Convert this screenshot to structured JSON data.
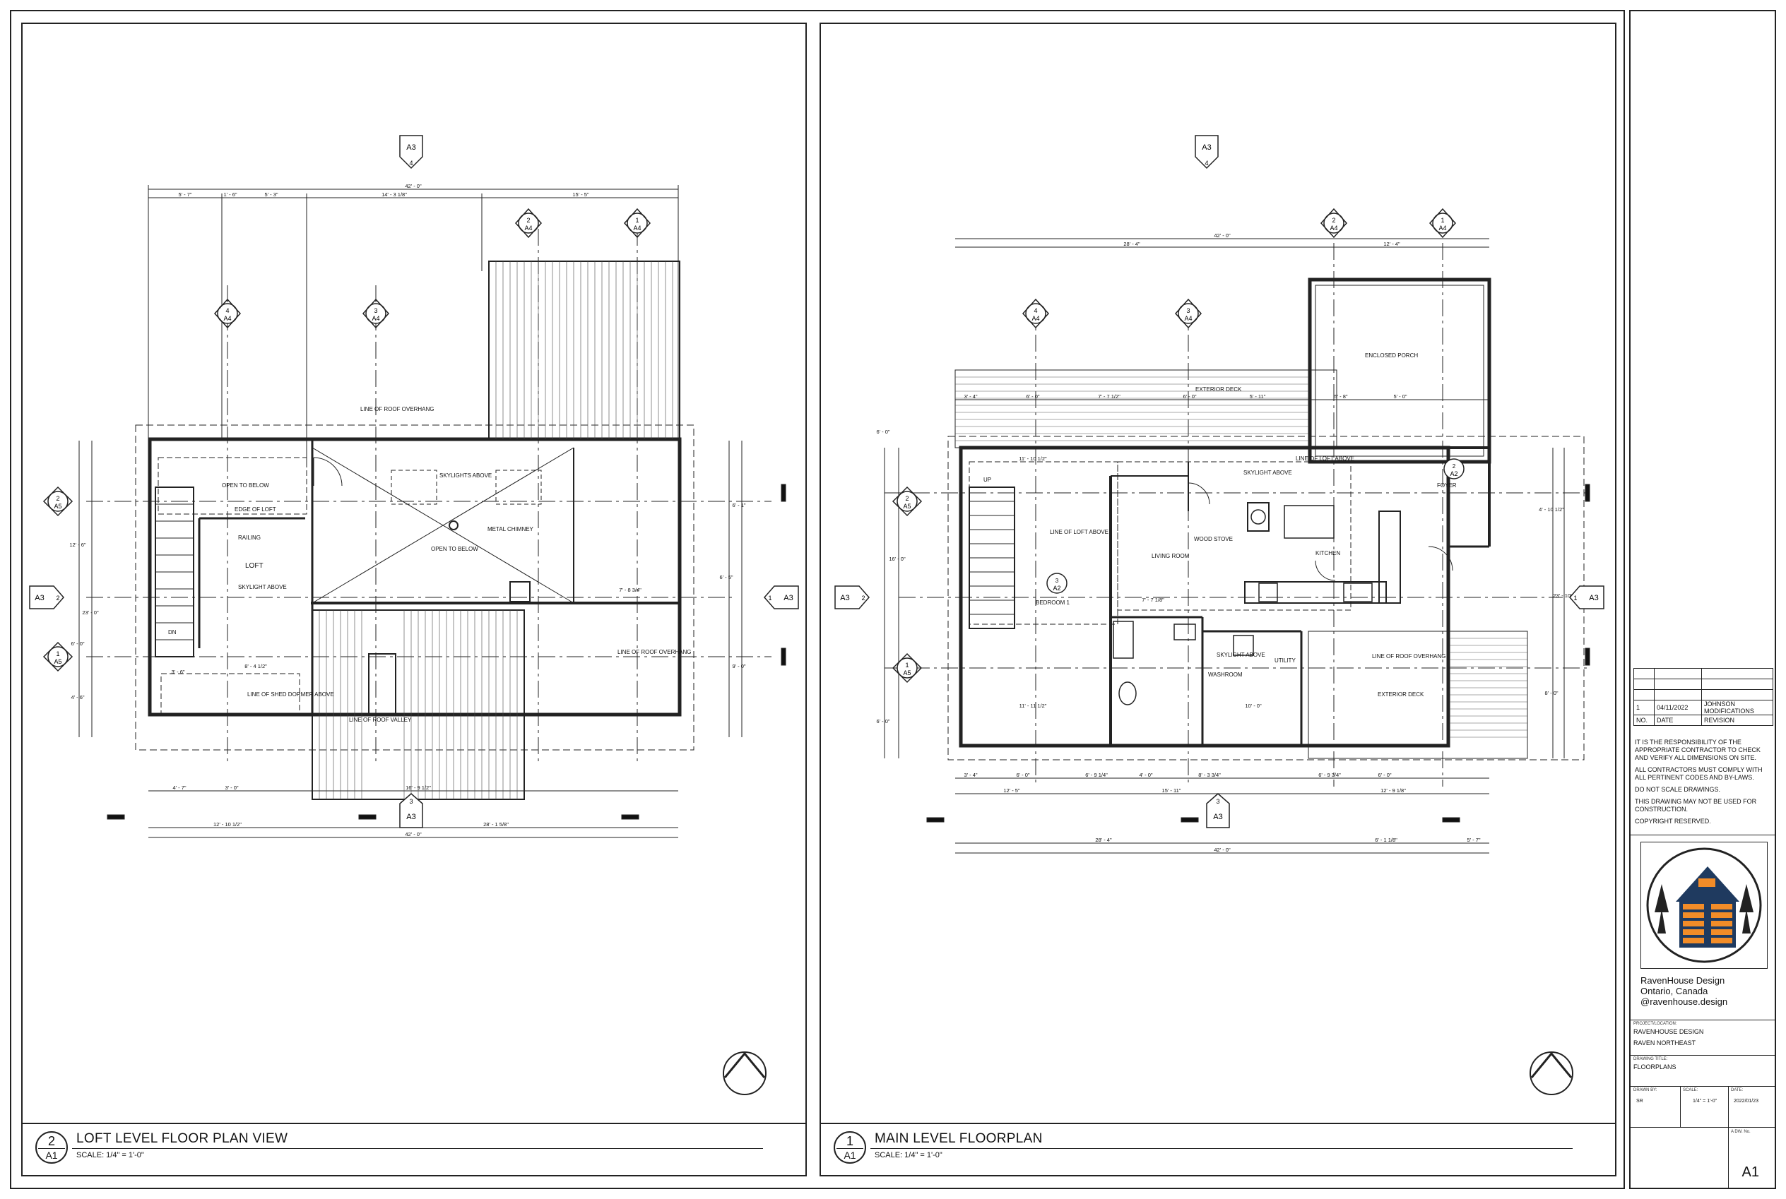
{
  "left_panel": {
    "view_number": "2",
    "sheet_ref": "A1",
    "title": "LOFT LEVEL FLOOR PLAN VIEW",
    "scale": "SCALE:  1/4\" = 1'-0\"",
    "labels": {
      "open_to_below_1": "OPEN TO BELOW",
      "edge_of_loft": "EDGE OF LOFT",
      "railing": "RAILING",
      "loft": "LOFT",
      "skylight_above": "SKYLIGHT ABOVE",
      "skylights_above": "SKYLIGHTS ABOVE",
      "metal_chimney": "METAL CHIMNEY",
      "open_to_below_2": "OPEN TO BELOW",
      "line_of_roof_overhang_top": "LINE OF ROOF OVERHANG",
      "line_of_roof_overhang_right": "LINE OF ROOF OVERHANG",
      "line_of_shed_dormer": "LINE OF SHED DORMER ABOVE",
      "line_of_roof_valley": "LINE OF ROOF VALLEY",
      "dn": "DN"
    },
    "dims": {
      "overall_top": "42' - 0\"",
      "top_1": "5' - 7\"",
      "top_2": "1' - 6\"",
      "top_3": "5' - 3\"",
      "top_4": "14' - 3 1/8\"",
      "top_5": "15' - 5\"",
      "bottom_1": "4' - 7\"",
      "bottom_2": "3' - 0\"",
      "bottom_3": "16' - 9 1/2\"",
      "bottom_4": "12' - 10 1/2\"",
      "bottom_5": "28' - 1 5/8\"",
      "overall_bottom": "42' - 0\"",
      "interior_1": "7' - 8 3/4\"",
      "interior_2": "8' - 4 1/2\"",
      "interior_3": "3' - 6\"",
      "left_1": "12' - 6\"",
      "left_2": "23' - 0\"",
      "left_3": "6' - 0\"",
      "left_4": "4' - 6\"",
      "right_1": "6' - 1\"",
      "right_2": "6' - 5\"",
      "right_3": "9' - 0\""
    },
    "callouts": [
      {
        "top": "A3",
        "bottom": "4"
      },
      {
        "top": "2",
        "bottom": "A4"
      },
      {
        "top": "1",
        "bottom": "A4"
      },
      {
        "top": "4",
        "bottom": "A4"
      },
      {
        "top": "3",
        "bottom": "A4"
      },
      {
        "top": "2",
        "bottom": "A5"
      },
      {
        "top": "1",
        "bottom": "A5"
      },
      {
        "top": "3",
        "bottom": "A3"
      }
    ],
    "section_left": "A3",
    "section_left_num": "2",
    "section_right": "A3",
    "section_right_num": "1"
  },
  "right_panel": {
    "view_number": "1",
    "sheet_ref": "A1",
    "title": "MAIN LEVEL FLOORPLAN",
    "scale": "SCALE:  1/4\" = 1'-0\"",
    "labels": {
      "enclosed_porch": "ENCLOSED PORCH",
      "exterior_deck_top": "EXTERIOR DECK",
      "line_of_loft_above_1": "LINE OF LOFT ABOVE",
      "line_of_loft_above_2": "LINE OF LOFT ABOVE",
      "skylight_above": "SKYLIGHT ABOVE",
      "foyer": "FOYER",
      "kitchen": "KITCHEN",
      "wood_stove": "WOOD STOVE",
      "living_room": "LIVING ROOM",
      "bedroom": "BEDROOM 1",
      "utility": "UTILITY",
      "washroom": "WASHROOM",
      "skylight_above_2": "SKYLIGHT ABOVE",
      "line_of_roof_overhang": "LINE OF ROOF OVERHANG",
      "exterior_deck_bottom": "EXTERIOR DECK",
      "up": "UP"
    },
    "dims": {
      "overall_top": "42' - 0\"",
      "top_1": "28' - 4\"",
      "top_2": "12' - 4\"",
      "row2_1": "3' - 4\"",
      "row2_2": "6' - 0\"",
      "row2_3": "7' - 7 1/2\"",
      "row2_4": "6' - 0\"",
      "row2_5": "5' - 11\"",
      "row2_6": "5' - 8\"",
      "row2_7": "5' - 0\"",
      "interior_1": "11' - 10 1/2\"",
      "interior_2": "7' - 7 1/8\"",
      "interior_3": "11' - 11 1/2\"",
      "interior_4": "10' - 0\"",
      "bottom_1": "3' - 4\"",
      "bottom_2": "6' - 0\"",
      "bottom_3": "6' - 9 1/4\"",
      "bottom_4": "4' - 0\"",
      "bottom_5": "8' - 3 3/4\"",
      "bottom_6": "6' - 9 3/4\"",
      "bottom_7": "6' - 0\"",
      "bottom_8": "12' - 5\"",
      "bottom_9": "15' - 11\"",
      "bottom_10": "12' - 9 1/8\"",
      "overall_bottom_1": "28' - 4\"",
      "overall_bottom_2": "42' - 0\"",
      "overall_bottom_3": "6' - 1 1/8\"",
      "overall_bottom_4": "5' - 7\"",
      "left_1": "6' - 0\"",
      "left_2": "16' - 0\"",
      "left_3": "6' - 0\"",
      "right_1": "4' - 10 1/2\"",
      "right_2": "23' - 10\"",
      "right_3": "8' - 0\""
    },
    "callouts": [
      {
        "top": "A3",
        "bottom": "4"
      },
      {
        "top": "2",
        "bottom": "A4"
      },
      {
        "top": "1",
        "bottom": "A4"
      },
      {
        "top": "4",
        "bottom": "A4"
      },
      {
        "top": "3",
        "bottom": "A4"
      },
      {
        "top": "2",
        "bottom": "A5"
      },
      {
        "top": "1",
        "bottom": "A5"
      },
      {
        "top": "3",
        "bottom": "A3"
      },
      {
        "top": "2",
        "bottom": "A2"
      },
      {
        "top": "3",
        "bottom": "A2"
      }
    ],
    "section_left": "A3",
    "section_left_num": "2",
    "section_right": "A3",
    "section_right_num": "1"
  },
  "title_block": {
    "rev_headers": {
      "no": "NO.",
      "date": "DATE",
      "revision": "REVISION"
    },
    "revisions": [
      {
        "no": "1",
        "date": "04/11/2022",
        "revision": "JOHNSON MODIFICATIONS"
      }
    ],
    "notes": [
      "IT IS THE RESPONSIBILITY OF THE APPROPRIATE CONTRACTOR TO CHECK AND VERIFY ALL DIMENSIONS ON SITE.",
      "ALL CONTRACTORS MUST COMPLY WITH ALL PERTINENT CODES AND BY-LAWS.",
      "DO NOT SCALE DRAWINGS.",
      "THIS DRAWING MAY NOT BE USED FOR CONSTRUCTION.",
      "COPYRIGHT RESERVED."
    ],
    "company_name": "RavenHouse Design",
    "company_location": "Ontario, Canada",
    "company_handle": "@ravenhouse.design",
    "project_label": "PROJECT/LOCATION:",
    "project_line1": "RAVENHOUSE DESIGN",
    "project_line2": "RAVEN NORTHEAST",
    "drawing_title_label": "DRAWING TITLE:",
    "drawing_title": "FLOORPLANS",
    "drawn_by_label": "DRAWN BY:",
    "drawn_by": "SR",
    "scale_label": "SCALE:",
    "scale": "1/4\" = 1'-0\"",
    "date_label": "DATE:",
    "date": "2022/01/23",
    "sheet_label": "A DW. No.",
    "sheet_no": "A1"
  },
  "colors": {
    "line": "#222222",
    "logo_blue": "#1f3a5f",
    "logo_orange": "#f28c28"
  }
}
